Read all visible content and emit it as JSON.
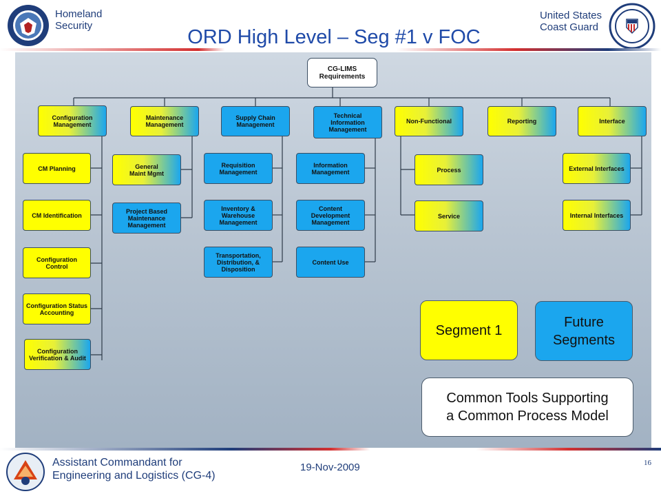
{
  "header": {
    "left_org_line1": "Homeland",
    "left_org_line2": "Security",
    "right_org_line1": "United States",
    "right_org_line2": "Coast Guard",
    "title": "ORD High Level – Seg #1 v FOC"
  },
  "diagram": {
    "root": "CG-LIMS\nRequirements",
    "categories": {
      "configuration": "Configuration\nManagement",
      "maintenance": "Maintenance\nManagement",
      "supply": "Supply Chain\nManagement",
      "technical": "Technical\nInformation\nManagement",
      "nonfunctional": "Non-Functional",
      "reporting": "Reporting",
      "interface": "Interface"
    },
    "configuration_items": [
      "CM Planning",
      "CM Identification",
      "Configuration\nControl",
      "Configuration Status\nAccounting",
      "Configuration\nVerification & Audit"
    ],
    "maintenance_items": [
      "General\nMaint Mgmt",
      "Project Based\nMaintenance\nManagement"
    ],
    "supply_items": [
      "Requisition\nManagement",
      "Inventory &\nWarehouse\nManagement",
      "Transportation,\nDistribution, &\nDisposition"
    ],
    "technical_items": [
      "Information\nManagement",
      "Content\nDevelopment\nManagement",
      "Content Use"
    ],
    "nonfunctional_items": [
      "Process",
      "Service"
    ],
    "interface_items": [
      "External Interfaces",
      "Internal Interfaces"
    ]
  },
  "legend": {
    "segment1": "Segment 1",
    "future": "Future\nSegments",
    "common": "Common Tools Supporting\na Common Process Model"
  },
  "colors": {
    "segment1": "#ffff00",
    "future": "#1ba6ee"
  },
  "footer": {
    "org_line1": "Assistant Commandant for",
    "org_line2": "Engineering and Logistics (CG-4)",
    "date": "19-Nov-2009",
    "page": "16"
  }
}
